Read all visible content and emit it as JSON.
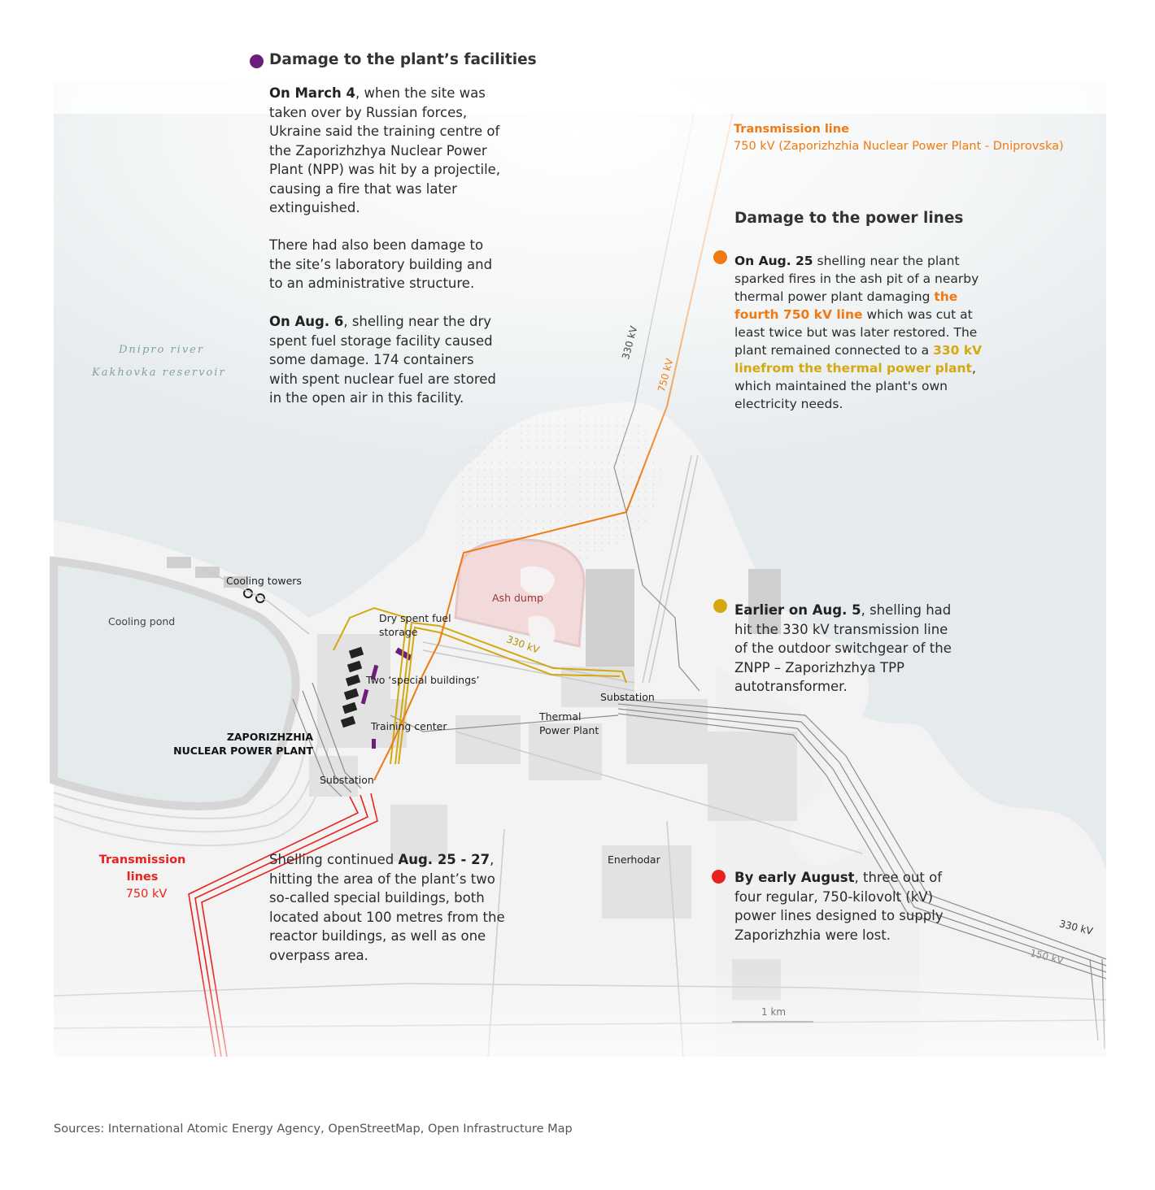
{
  "colors": {
    "purple": "#6c1f7a",
    "orange": "#f07a12",
    "yellow": "#d3a90f",
    "red": "#e8221c",
    "land": "#f2f2f2",
    "water": "#e7ecee"
  },
  "facilities": {
    "heading": "Damage to the plant’s facilities",
    "p1_bold": "On March 4",
    "p1_rest": ", when the site was taken over by Russian forces, Ukraine said the training centre of the Zaporizhzhya Nuclear Power Plant (NPP) was hit by a projectile, causing a fire that was later extinguished.",
    "p2": "There had also been damage to the site’s laboratory building and to an administrative structure.",
    "p3_bold": "On Aug. 6",
    "p3_rest": ", shelling near the dry spent fuel storage facility caused some damage. 174 containers with spent nuclear fuel are stored in the open air in this facility."
  },
  "transmission_top": {
    "title": "Transmission line",
    "subtitle": "750 kV (Zaporizhzhia Nuclear Power Plant - Dniprovska)"
  },
  "powerlines": {
    "heading": "Damage to the power lines",
    "aug25_bold": "On Aug. 25",
    "aug25_a": " shelling near the plant sparked fires in the ash pit of a nearby thermal power plant damaging ",
    "aug25_hl1": "the fourth 750 kV line",
    "aug25_b": " which was cut at least twice but was later restored. The plant remained connected to a ",
    "aug25_hl2": "330 kV linefrom the thermal power plant",
    "aug25_c": ", which maintained the plant's own electricity needs.",
    "aug5_bold": "Earlier on Aug. 5",
    "aug5_rest": ", shelling had hit the 330 kV transmission line of the outdoor switchgear of the ZNPP – Zaporizhzhya TPP autotransformer.",
    "early_bold": "By early August",
    "early_rest": ", three out of four regular, 750-kilovolt (kV) power lines designed to supply Zaporizhzhia were lost."
  },
  "shelling": {
    "a": "Shelling continued ",
    "bold": "Aug. 25 - 27",
    "b": ", hitting the area of the plant’s two so-called special buildings, both located about 100 metres from the reactor buildings, as well as one overpass area."
  },
  "transmission_left": {
    "title": "Transmission lines",
    "subtitle": "750 kV"
  },
  "labels": {
    "river1": "Dnipro river",
    "river2": "Kakhovka reservoir",
    "cooling_towers": "Cooling towers",
    "cooling_pond": "Cooling pond",
    "ash_dump": "Ash dump",
    "dry_spent": "Dry spent fuel storage",
    "special_buildings": "Two ‘special buildings’",
    "training": "Training center",
    "npp1": "ZAPORIZHZHIA",
    "npp2": "NUCLEAR POWER PLANT",
    "substation1": "Substation",
    "substation2": "Substation",
    "thermal": "Thermal Power Plant",
    "enerhodar": "Enerhodar",
    "kv330_vert": "330 kV",
    "kv750_vert": "750 kV",
    "kv330_diag": "330 kV",
    "kv330_right": "330 kV",
    "kv150_right": "150 kV",
    "scale": "1 km"
  },
  "source": "Sources: International Atomic Energy Agency, OpenStreetMap, Open Infrastructure Map"
}
